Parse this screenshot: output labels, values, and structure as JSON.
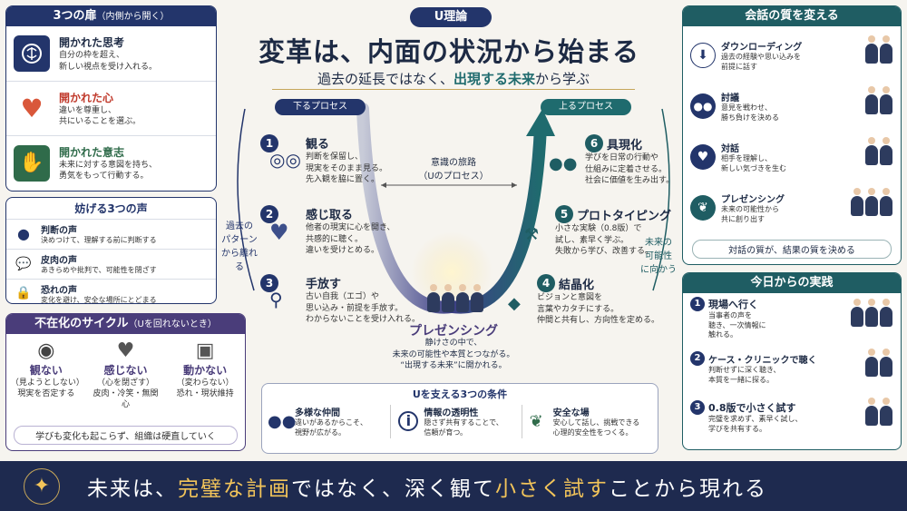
{
  "header": {
    "badge": "U理論",
    "title": "変革は、内面の状況から始まる",
    "subtitle_pre": "過去の延長ではなく、",
    "subtitle_em": "出現する未来",
    "subtitle_post": "から学ぶ"
  },
  "doors": {
    "title": "3つの扉",
    "title_note": "（内側から開く）",
    "items": [
      {
        "name": "開かれた思考",
        "desc1": "自分の枠を超え、",
        "desc2": "新しい視点を受け入れる。"
      },
      {
        "name": "開かれた心",
        "desc1": "違いを尊重し、",
        "desc2": "共にいることを選ぶ。"
      },
      {
        "name": "開かれた意志",
        "desc1": "未来に対する意図を持ち、",
        "desc2": "勇気をもって行動する。"
      }
    ]
  },
  "voices": {
    "title": "妨げる3つの声",
    "items": [
      {
        "name": "判断の声",
        "desc": "決めつけて、理解する前に判断する"
      },
      {
        "name": "皮肉の声",
        "desc": "あきらめや批判で、可能性を閉ざす"
      },
      {
        "name": "恐れの声",
        "desc": "変化を避け、安全な場所にとどまる"
      }
    ]
  },
  "absence": {
    "title": "不在化のサイクル",
    "title_note": "（Uを回れないとき）",
    "items": [
      {
        "name": "観ない",
        "note": "（見ようとしない）",
        "desc": "現実を否定する"
      },
      {
        "name": "感じない",
        "note": "（心を閉ざす）",
        "desc": "皮肉・冷笑・無関心"
      },
      {
        "name": "動かない",
        "note": "（変わらない）",
        "desc": "恐れ・現状維持"
      }
    ],
    "footer": "学びも変化も起こらず、組織は硬直していく"
  },
  "u": {
    "down_label": "下るプロセス",
    "up_label": "上るプロセス",
    "journey1": "意識の旅路",
    "journey2": "（Uのプロセス）",
    "left_side": [
      "過去の",
      "パターン",
      "から離れる"
    ],
    "right_side": [
      "未来の",
      "可能性",
      "に向かう"
    ],
    "presencing": "プレゼンシング",
    "presencing_desc": [
      "静けさの中で、",
      "未来の可能性や本質とつながる。",
      "“出現する未来”に開かれる。"
    ],
    "steps": [
      {
        "num": "1",
        "name": "観る",
        "desc": [
          "判断を保留し、",
          "現実をそのまま見る。",
          "先入観を脇に置く。"
        ]
      },
      {
        "num": "2",
        "name": "感じ取る",
        "desc": [
          "他者の現実に心を開き、",
          "共感的に聴く。",
          "違いを受けとめる。"
        ]
      },
      {
        "num": "3",
        "name": "手放す",
        "desc": [
          "古い自我（エゴ）や",
          "思い込み・前提を手放す。",
          "わからないことを受け入れる。"
        ]
      },
      {
        "num": "4",
        "name": "結晶化",
        "desc": [
          "ビジョンと意図を",
          "言葉やカタチにする。",
          "仲間と共有し、方向性を定める。"
        ]
      },
      {
        "num": "5",
        "name": "プロトタイピング",
        "desc": [
          "小さな実験（0.8版）で",
          "試し、素早く学ぶ。",
          "失敗から学び、改善する。"
        ]
      },
      {
        "num": "6",
        "name": "具現化",
        "desc": [
          "学びを日常の行動や",
          "仕組みに定着させる。",
          "社会に価値を生み出す。"
        ]
      }
    ]
  },
  "conditions": {
    "title": "Uを支える3つの条件",
    "items": [
      {
        "name": "多様な仲間",
        "desc": [
          "違いがあるからこそ、",
          "視野が広がる。"
        ]
      },
      {
        "name": "情報の透明性",
        "desc": [
          "隠さず共有することで、",
          "信頼が育つ。"
        ]
      },
      {
        "name": "安全な場",
        "desc": [
          "安心して話し、挑戦できる",
          "心理的安全性をつくる。"
        ]
      }
    ]
  },
  "conversation": {
    "title": "会話の質を変える",
    "items": [
      {
        "name": "ダウンローディング",
        "desc": [
          "過去の経験や思い込みを",
          "前提に話す"
        ]
      },
      {
        "name": "討議",
        "desc": [
          "意見を戦わせ、",
          "勝ち負けを決める"
        ]
      },
      {
        "name": "対話",
        "desc": [
          "相手を理解し、",
          "新しい気づきを生む"
        ]
      },
      {
        "name": "プレゼンシング",
        "desc": [
          "未来の可能性から",
          "共に創り出す"
        ]
      }
    ],
    "footer": "対話の質が、結果の質を決める"
  },
  "practice": {
    "title": "今日からの実践",
    "items": [
      {
        "num": "1",
        "name": "現場へ行く",
        "desc": [
          "当事者の声を",
          "聴き、一次情報に",
          "触れる。"
        ]
      },
      {
        "num": "2",
        "name": "ケース・クリニックで聴く",
        "desc": [
          "判断せずに深く聴き、",
          "本質を一緒に探る。"
        ]
      },
      {
        "num": "3",
        "name": "0.8版で小さく試す",
        "desc": [
          "完璧を求めず、素早く試し、",
          "学びを共有する。"
        ]
      }
    ]
  },
  "banner": {
    "p1": "未来は、",
    "p2": "完璧な計画",
    "p3": "ではなく、深く観て",
    "p4": "小さく試す",
    "p5": "ことから現れる"
  },
  "colors": {
    "navy": "#23356b",
    "teal": "#1f5d63",
    "purple": "#4a3d7a",
    "gold": "#f2c45a",
    "heart": "#d9573a"
  }
}
